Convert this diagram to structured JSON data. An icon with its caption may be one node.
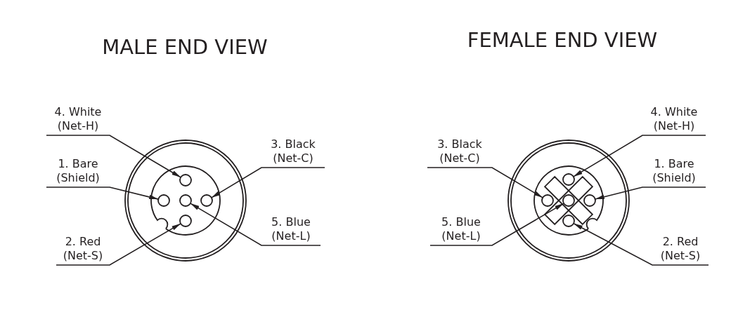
{
  "diagram": {
    "nodes": [
      {
        "text": [
          "4. White (Net-H)"
        ]
      },
      {
        "text": [
          "1. Bare (Shield)"
        ]
      },
      {
        "text": [
          "2. Red (Net-S)"
        ]
      },
      {
        "text": [
          "3. Black (Net-C)"
        ]
      },
      {
        "text": [
          "5. Blue (Net-L)"
        ]
      },
      {
        "text": [],
        "shape": "circle"
      },
      {
        "text": [],
        "shape": "circle"
      },
      {
        "text": [],
        "shape": "circle"
      },
      {
        "text": [],
        "shape": "circle"
      },
      {
        "text": [],
        "shape": "circle"
      },
      {
        "text": [
          "3. Black (Net-C)"
        ]
      },
      {
        "text": [
          "5. Blue (Net-L)"
        ]
      },
      {
        "text": [
          "4. White (Net-H)"
        ]
      },
      {
        "text": [
          "1. Bare (Shield)"
        ]
      },
      {
        "text": [
          "2. Red (Net-S)"
        ]
      },
      {
        "text": [],
        "shape": "circle"
      },
      {
        "text": [],
        "shape": "circle"
      },
      {
        "text": [],
        "shape": "circle"
      },
      {
        "text": [],
        "shape": "circle"
      },
      {
        "text": [],
        "shape": "circle"
      }
    ],
    "edges": [
      {
        "from": 0,
        "to": 5,
        "arrow": "to"
      },
      {
        "from": 1,
        "to": 6,
        "arrow": "to"
      },
      {
        "from": 2,
        "to": 9,
        "arrow": "to"
      },
      {
        "from": 3,
        "to": 8,
        "arrow": "to"
      },
      {
        "from": 4,
        "to": 7,
        "arrow": "to"
      },
      {
        "from": 10,
        "to": 16,
        "arrow": "to"
      },
      {
        "from": 11,
        "to": 17,
        "arrow": "to"
      },
      {
        "from": 12,
        "to": 15,
        "arrow": "to"
      },
      {
        "from": 13,
        "to": 18,
        "arrow": "to"
      },
      {
        "from": 14,
        "to": 19,
        "arrow": "to"
      }
    ],
    "labels": [
      "MALE END VIEW",
      "FEMALE END VIEW"
    ]
  }
}
